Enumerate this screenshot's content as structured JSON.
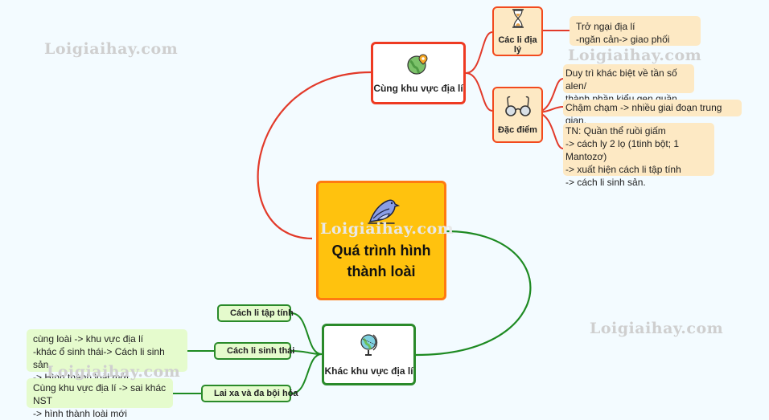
{
  "watermarks": [
    "Loigiaihay.com",
    "Loigiaihay.com",
    "Loigiaihay.com",
    "Loigiaihay.com",
    "Loigiaihay.com"
  ],
  "central": {
    "title": "Quá trình hình thành loài",
    "icon": "bird-icon"
  },
  "branches": {
    "same_area": {
      "label": "Cùng khu vực địa lí",
      "icon": "globe-pin-icon",
      "color": "#ee3a22",
      "children": {
        "barriers": {
          "label": "Các li địa lý",
          "icon": "hourglass-icon",
          "notes": [
            "Trở ngại địa lí",
            "-ngăn cản-> giao phối"
          ]
        },
        "features": {
          "label": "Đặc điểm",
          "icon": "glasses-icon",
          "notes": [
            [
              "Duy trì khác biệt về tần số alen/",
              "thành phần kiểu gen quần thể"
            ],
            [
              "Chậm chạm -> nhiều giai đoạn trung gian."
            ],
            [
              "TN: Quần thể ruồi giấm",
              "-> cách ly 2 lọ (1tinh bột; 1 Mantozơ)",
              "-> xuất hiện cách li tập tính",
              "-> cách li sinh sản."
            ]
          ]
        }
      }
    },
    "different_area": {
      "label": "Khác khu vực địa lí",
      "icon": "desk-globe-icon",
      "color": "#2a8a2a",
      "children": [
        {
          "label": "Cách li tập tính",
          "icon": "orange-dot-icon",
          "icon_color": "#f08a4b"
        },
        {
          "label": "Cách li sinh thái",
          "icon": "blue-dot-icon",
          "icon_color": "#1f6fe0",
          "notes": [
            "cùng loài -> khu vực địa lí",
            "-khác ổ sinh thái-> Cách li sinh sản",
            "-> Hình thành  loài mới"
          ]
        },
        {
          "label": "Lai xa và đa bội hóa",
          "icon": "share-icon",
          "icon_color": "#1f6fe0",
          "notes": [
            "Cùng khu vực địa lí -> sai khác NST",
            "-> hình thành loài mới"
          ]
        }
      ]
    }
  }
}
